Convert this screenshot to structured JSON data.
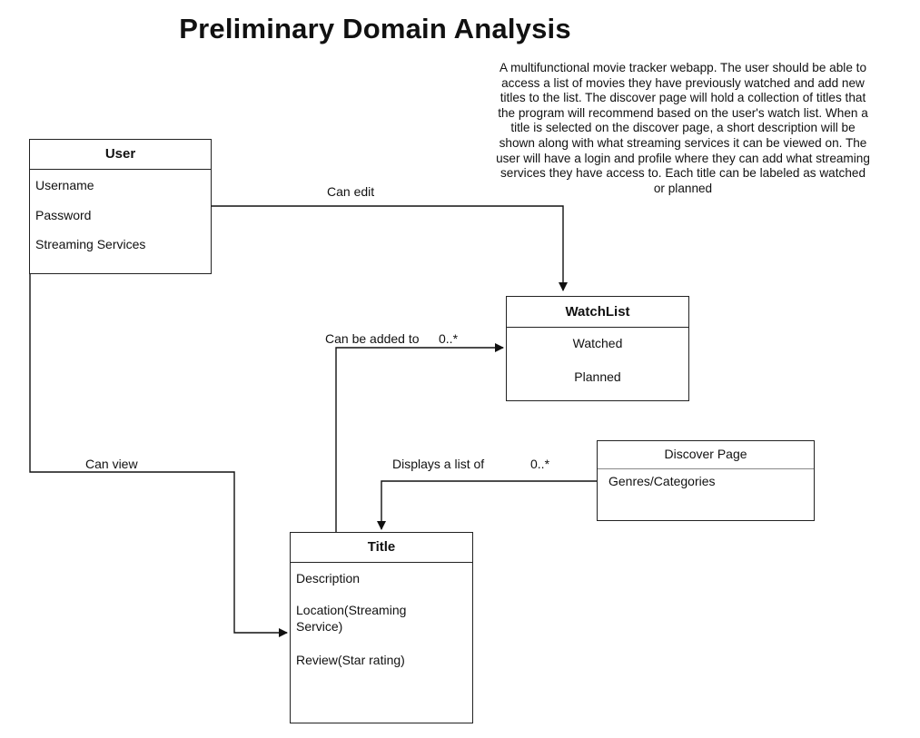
{
  "page_title": "Preliminary Domain Analysis",
  "description": "A multifunctional movie tracker webapp. The user should be able to access a list of movies they have previously watched and add new titles to the list. The discover page will hold a collection of titles that the program will recommend based on the user's watch list. When a title is selected on the discover page, a short description will be shown along with what streaming services it can be viewed on. The user will have a login and profile where they can add what streaming services they have access to.  Each title can be labeled as watched or planned",
  "description_lines": [
    "A multifunctional movie tracker webapp. The user should be able to",
    "access a list of movies they have previously watched and add new",
    "titles to the list. The discover page will hold a collection of titles that",
    "the program will recommend based on the user's watch list. When a",
    "title is selected on the discover page, a short description will be",
    "shown along with what streaming services it can be viewed on. The",
    "user will have a login and profile where they can add what streaming",
    "services they have access to.  Each title can be labeled as watched",
    "or planned"
  ],
  "classes": {
    "user": {
      "name": "User",
      "attributes": [
        "Username",
        "Password",
        "Streaming Services"
      ]
    },
    "watchlist": {
      "name": "WatchList",
      "attributes": [
        "Watched",
        "Planned"
      ]
    },
    "title": {
      "name": "Title",
      "attributes": [
        "Description",
        "Location(Streaming",
        "Service)",
        "Review(Star rating)"
      ]
    },
    "discover": {
      "name": "Discover Page",
      "attributes": [
        "Genres/Categories"
      ]
    }
  },
  "relations": {
    "can_edit": "Can edit",
    "can_be_added_to": "Can be added to",
    "can_be_added_to_mult": "0..*",
    "can_view": "Can view",
    "displays_list_of": "Displays a list of",
    "displays_list_of_mult": "0..*"
  }
}
